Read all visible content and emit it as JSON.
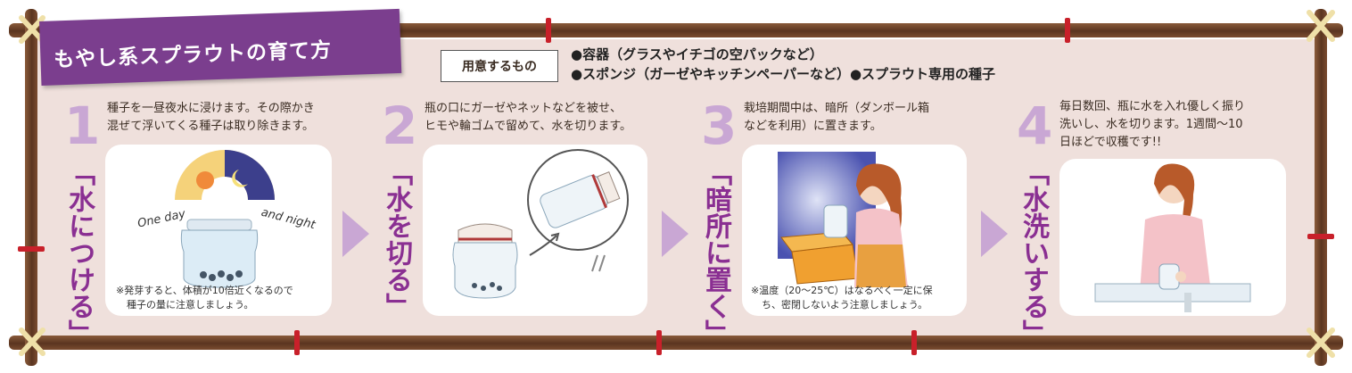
{
  "banner": {
    "title": "もやし系スプラウトの育て方"
  },
  "preparation": {
    "label": "用意するもの",
    "line1": "●容器（グラスやイチゴの空パックなど）",
    "line2": "●スポンジ（ガーゼやキッチンペーパーなど）●スプラウト専用の種子"
  },
  "steps": [
    {
      "number": "1",
      "title": "「水につける」",
      "desc_line1": "種子を一昼夜水に浸けます。その際かき",
      "desc_line2": "混ぜて浮いてくる種子は取り除きます。",
      "illustration_text1": "One day",
      "illustration_text2": "and night",
      "note_line1": "※発芽すると、体積が10倍近くなるので",
      "note_line2": "種子の量に注意しましょう。"
    },
    {
      "number": "2",
      "title": "「水を切る」",
      "desc_line1": "瓶の口にガーゼやネットなどを被せ、",
      "desc_line2": "ヒモや輪ゴムで留めて、水を切ります。"
    },
    {
      "number": "3",
      "title": "「暗所に置く」",
      "desc_line1": "栽培期間中は、暗所（ダンボール箱",
      "desc_line2": "などを利用）に置きます。",
      "note_line1": "※温度（20～25℃）はなるべく一定に保",
      "note_line2": "ち、密閉しないよう注意しましょう。"
    },
    {
      "number": "4",
      "title": "「水洗いする」",
      "desc_line1": "毎日数回、瓶に水を入れ優しく振り",
      "desc_line2": "洗いし、水を切ります。1週間～10",
      "desc_line3": "日ほどで収穫です!!"
    }
  ],
  "colors": {
    "accent_purple": "#7b3e8e",
    "step_title": "#8a2f92",
    "step_number": "#c9a7d4",
    "panel": "#efe0dc",
    "bamboo": "#5b3520",
    "tie": "#c8202a"
  }
}
